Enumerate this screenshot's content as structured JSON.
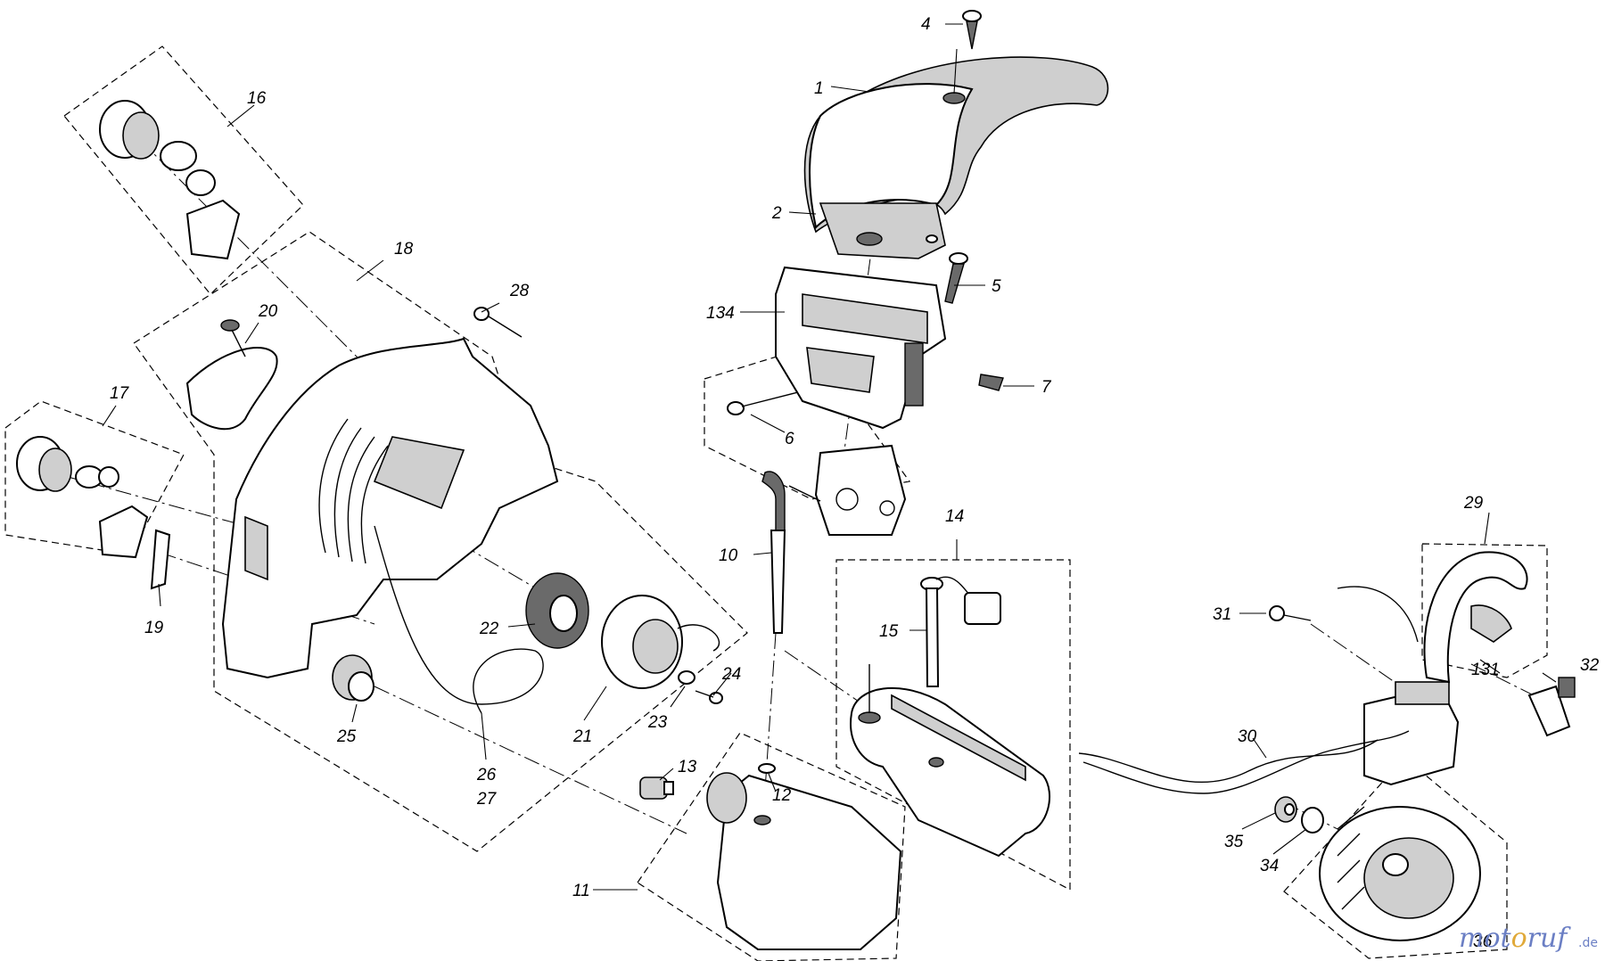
{
  "labels": {
    "l1": "1",
    "l2": "2",
    "l4": "4",
    "l5": "5",
    "l6": "6",
    "l7": "7",
    "l10": "10",
    "l11": "11",
    "l12": "12",
    "l13": "13",
    "l14": "14",
    "l15": "15",
    "l16": "16",
    "l17": "17",
    "l18": "18",
    "l19": "19",
    "l20": "20",
    "l21": "21",
    "l22": "22",
    "l23": "23",
    "l24": "24",
    "l25": "25",
    "l26": "26",
    "l27": "27",
    "l28": "28",
    "l29": "29",
    "l30": "30",
    "l31": "31",
    "l32": "32",
    "l34": "34",
    "l35": "35",
    "l36": "36",
    "l131": "131",
    "l134": "134"
  },
  "watermark": {
    "part_a": "mot",
    "part_b": "o",
    "part_c": "ruf",
    "suffix": ".de"
  },
  "colors": {
    "line": "#000000",
    "watermark_blue": "#6b7fc4",
    "watermark_orange": "#e0a93a"
  }
}
